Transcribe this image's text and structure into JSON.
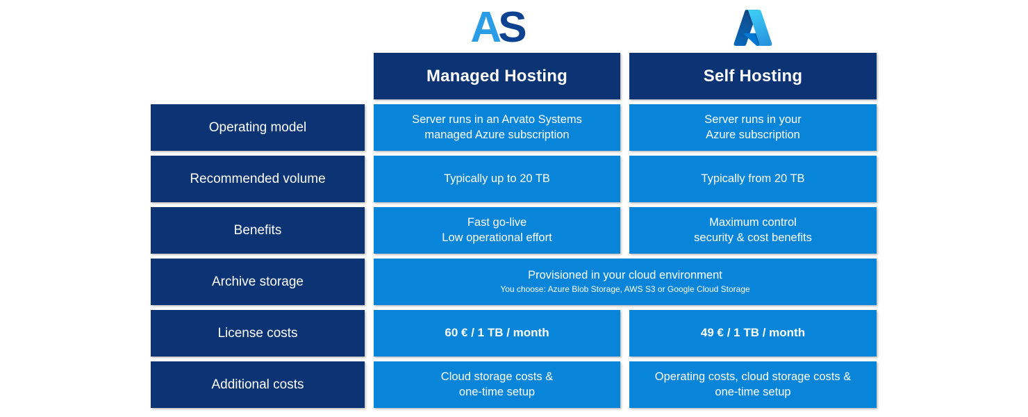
{
  "colors": {
    "navy": "#0c3474",
    "blue": "#0884d8",
    "arvato-a": "#2b9de6",
    "arvato-s": "#0d4291"
  },
  "logos": {
    "arvato_a": "A",
    "arvato_s": "S",
    "azure": "azure-logo"
  },
  "columns": [
    {
      "header": "Managed Hosting"
    },
    {
      "header": "Self Hosting"
    }
  ],
  "rows": [
    {
      "label": "Operating model",
      "managed": "Server runs in an Arvato Systems\nmanaged Azure subscription",
      "self": "Server runs in your\nAzure subscription"
    },
    {
      "label": "Recommended volume",
      "managed": "Typically up to 20 TB",
      "self": "Typically from 20 TB"
    },
    {
      "label": "Benefits",
      "managed": "Fast go-live\nLow operational effort",
      "self": "Maximum control\nsecurity & cost benefits"
    },
    {
      "label": "Archive storage",
      "merged_main": "Provisioned in your cloud environment",
      "merged_sub": "You choose: Azure Blob Storage, AWS S3 or Google Cloud Storage"
    },
    {
      "label": "License costs",
      "managed": "60 € / 1 TB / month",
      "self": "49 € / 1 TB / month"
    },
    {
      "label": "Additional costs",
      "managed": "Cloud storage costs &\none-time setup",
      "self": "Operating costs, cloud storage costs &\none-time setup"
    }
  ]
}
